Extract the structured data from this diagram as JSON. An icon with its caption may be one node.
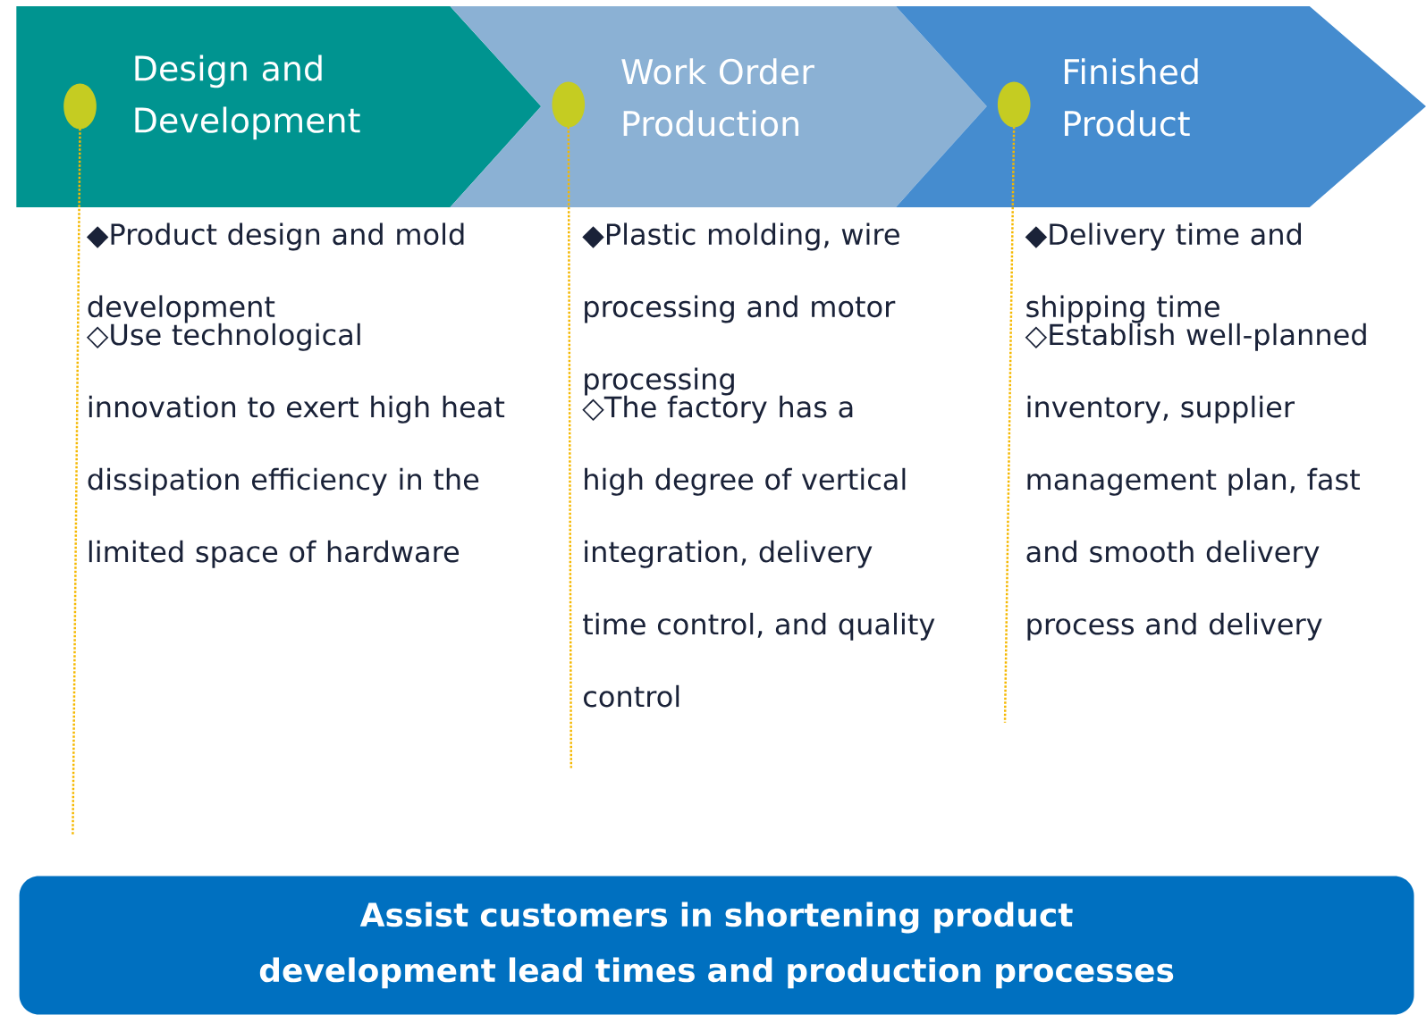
{
  "diagram": {
    "nodes": [
      {
        "text": [
          "Design and Development"
        ],
        "beside": [
          "◆Product design and mold development",
          "◇Use technological innovation to exert high heat dissipation efficiency in the limited space of hardware"
        ]
      },
      {
        "text": [
          "Work Order Production"
        ],
        "beside": [
          "◆Plastic molding, wire processing and motor processing",
          "◇The factory has a high degree of vertical integration, delivery time control, and quality control"
        ]
      },
      {
        "text": [
          "Finished Product"
        ],
        "beside": [
          "◆Delivery time and shipping time",
          "◇Establish well-planned inventory, supplier management plan, fast and smooth delivery process and delivery"
        ]
      },
      {
        "text": [
          "Assist customers in shortening product development lead times and production processes"
        ]
      }
    ]
  }
}
